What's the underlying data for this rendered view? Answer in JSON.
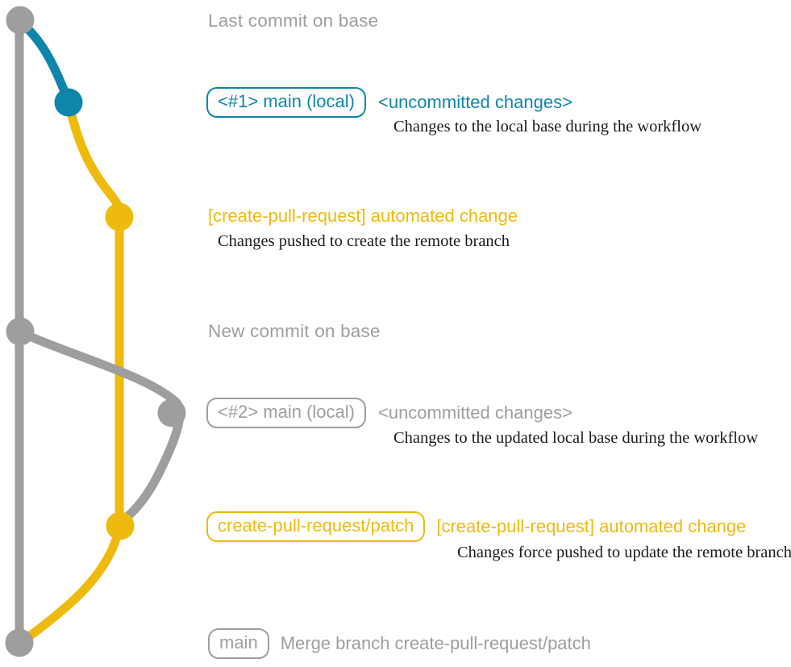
{
  "colors": {
    "base_gray": "#9e9e9e",
    "local_blue": "#0e86ab",
    "branch_yellow": "#eeba0d",
    "description_text": "#1a1a1a"
  },
  "rows": {
    "last_commit": {
      "label": "Last commit on base"
    },
    "local1": {
      "badge": "<#1> main (local)",
      "note": "<uncommitted changes>",
      "desc": "Changes to the local base during the workflow"
    },
    "push1": {
      "message": "[create-pull-request] automated change",
      "desc": "Changes pushed to create the remote branch"
    },
    "new_commit": {
      "label": "New commit on base"
    },
    "local2": {
      "badge": "<#2> main (local)",
      "note": "<uncommitted changes>",
      "desc": "Changes to the updated local base during the workflow"
    },
    "push2": {
      "badge": "create-pull-request/patch",
      "message": "[create-pull-request] automated change",
      "desc": "Changes force pushed to update the remote branch"
    },
    "merge": {
      "badge": "main",
      "message": "Merge branch create-pull-request/patch"
    }
  }
}
